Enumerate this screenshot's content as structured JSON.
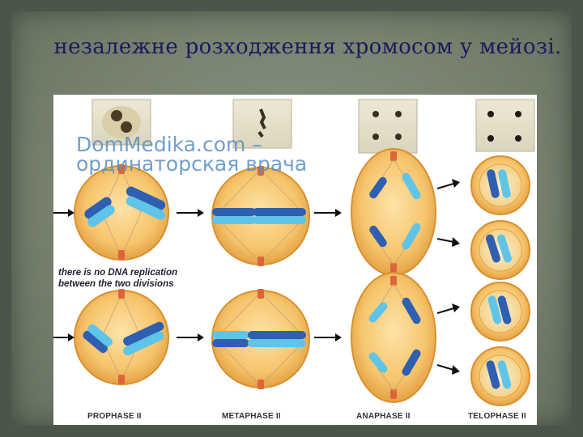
{
  "slide": {
    "title": "незалежне розходження хромосом у мейозі."
  },
  "figure": {
    "watermark_line1": "DomMedika.com –",
    "watermark_line2": "ординаторская врача",
    "note": "there is no DNA replication between the two divisions",
    "stages": [
      "PROPHASE II",
      "METAPHASE II",
      "ANAPHASE II",
      "TELOPHASE II"
    ],
    "colors": {
      "cell_fill": "#f6c56d",
      "cell_edge": "#d9902e",
      "chromatid_dark": "#2f5fb0",
      "chromatid_light": "#5fc4e8",
      "centriole": "#e0643a",
      "micro_photo": "#e8e3cf"
    }
  }
}
